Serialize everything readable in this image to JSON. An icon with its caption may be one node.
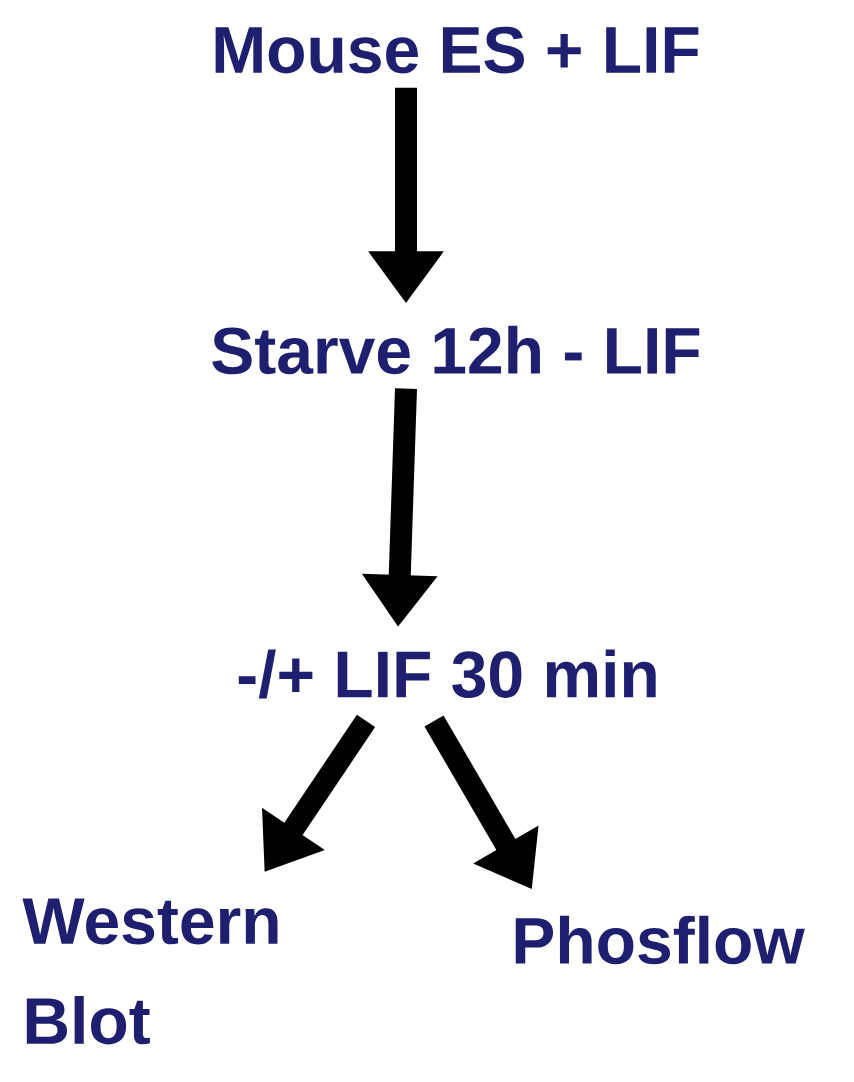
{
  "diagram": {
    "nodes": [
      {
        "text": [
          "Mouse ES + LIF"
        ]
      },
      {
        "text": [
          "Starve 12h - LIF"
        ]
      },
      {
        "text": [
          "-/+ LIF 30 min"
        ]
      },
      {
        "text": [
          "Western Blot"
        ]
      },
      {
        "text": [
          "Phosflow"
        ]
      }
    ],
    "edges": [
      {
        "from": 0,
        "to": 1,
        "arrow": "to"
      },
      {
        "from": 1,
        "to": 2,
        "arrow": "to"
      },
      {
        "from": 2,
        "to": 3,
        "arrow": "to"
      },
      {
        "from": 2,
        "to": 4,
        "arrow": "to"
      }
    ]
  }
}
